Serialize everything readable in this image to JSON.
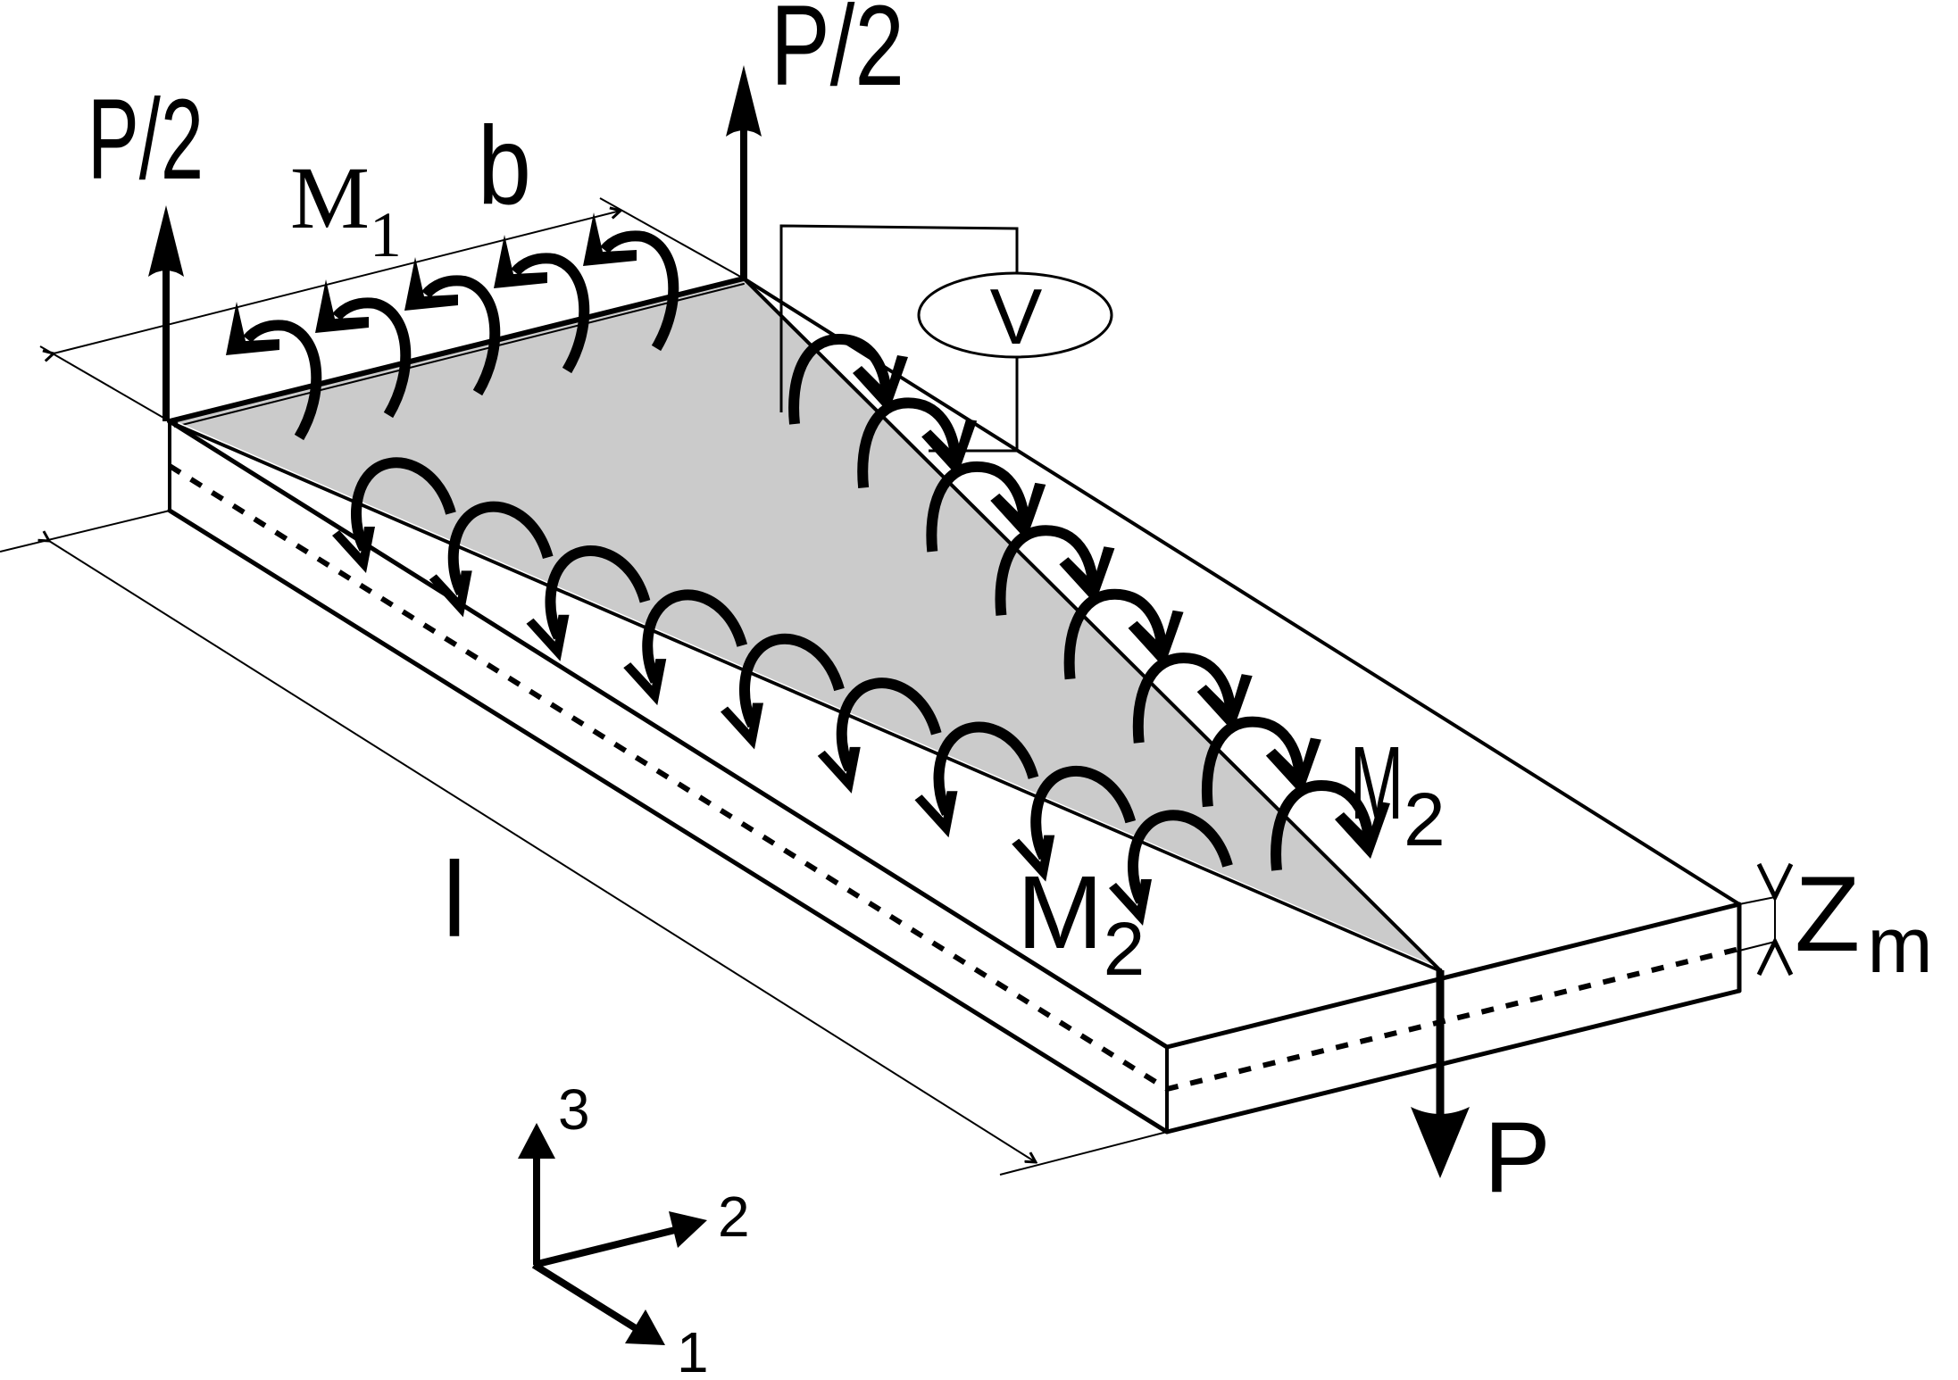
{
  "figure": {
    "description": "Isometric sketch of a rectangular plate specimen loaded in anticlastic (plate-twist) bending with a voltmeter connected to the top electrode",
    "colors": {
      "ink": "#000000",
      "electrode_fill": "#cbcbcb",
      "background": "#ffffff"
    }
  },
  "labels": {
    "load_left": "P/2",
    "load_top": "P/2",
    "load_bottom": "P",
    "moment_1": "M",
    "moment_1_sub": "1",
    "moment_2_right": "M",
    "moment_2_right_sub": "2",
    "moment_2_left": "M",
    "moment_2_left_sub": "2",
    "width_dim": "b",
    "length_dim": "l",
    "midplane_dim": "Z",
    "midplane_dim_sub": "m",
    "voltmeter": "V"
  },
  "axes": {
    "axis_1": "1",
    "axis_2": "2",
    "axis_3": "3"
  },
  "moment_arrow_counts": {
    "M1_along_width_edge": 5,
    "M2_along_left_edge": 9,
    "M2_along_right_edge": 8
  }
}
